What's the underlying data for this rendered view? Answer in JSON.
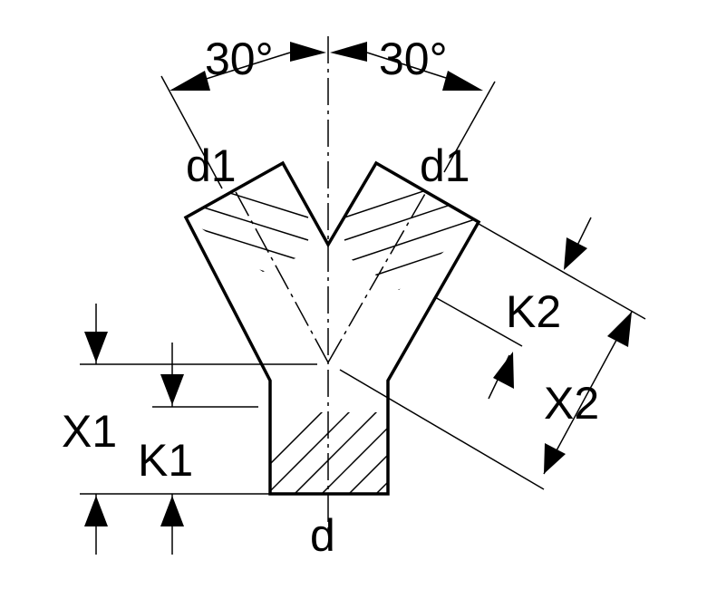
{
  "labels": {
    "angle_left": "30°",
    "angle_right": "30°",
    "branch_left": "d1",
    "branch_right": "d1",
    "main": "d",
    "x1": "X1",
    "k1": "K1",
    "x2": "X2",
    "k2": "K2"
  },
  "colors": {
    "line": "#000000",
    "background": "#ffffff"
  }
}
